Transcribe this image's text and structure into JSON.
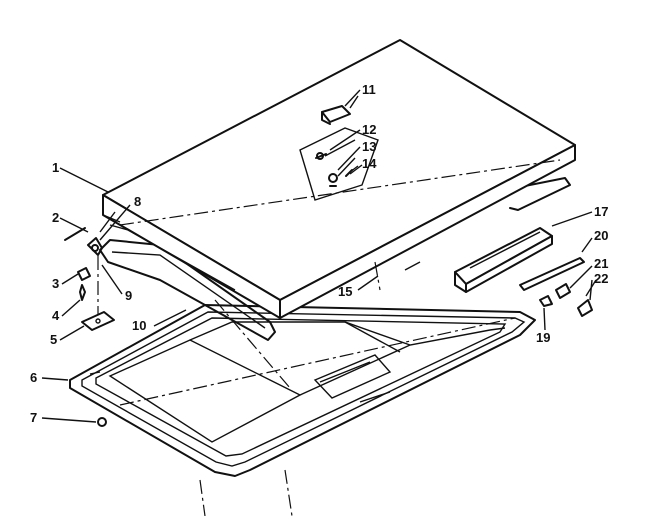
{
  "callouts": {
    "c1": "1",
    "c2": "2",
    "c3": "3",
    "c4": "4",
    "c5": "5",
    "c6": "6",
    "c7": "7",
    "c8": "8",
    "c9": "9",
    "c10": "10",
    "c11": "11",
    "c12": "12",
    "c13": "13",
    "c14": "14",
    "c15": "15",
    "c17": "17",
    "c19": "19",
    "c20": "20",
    "c21": "21",
    "c22": "22"
  }
}
